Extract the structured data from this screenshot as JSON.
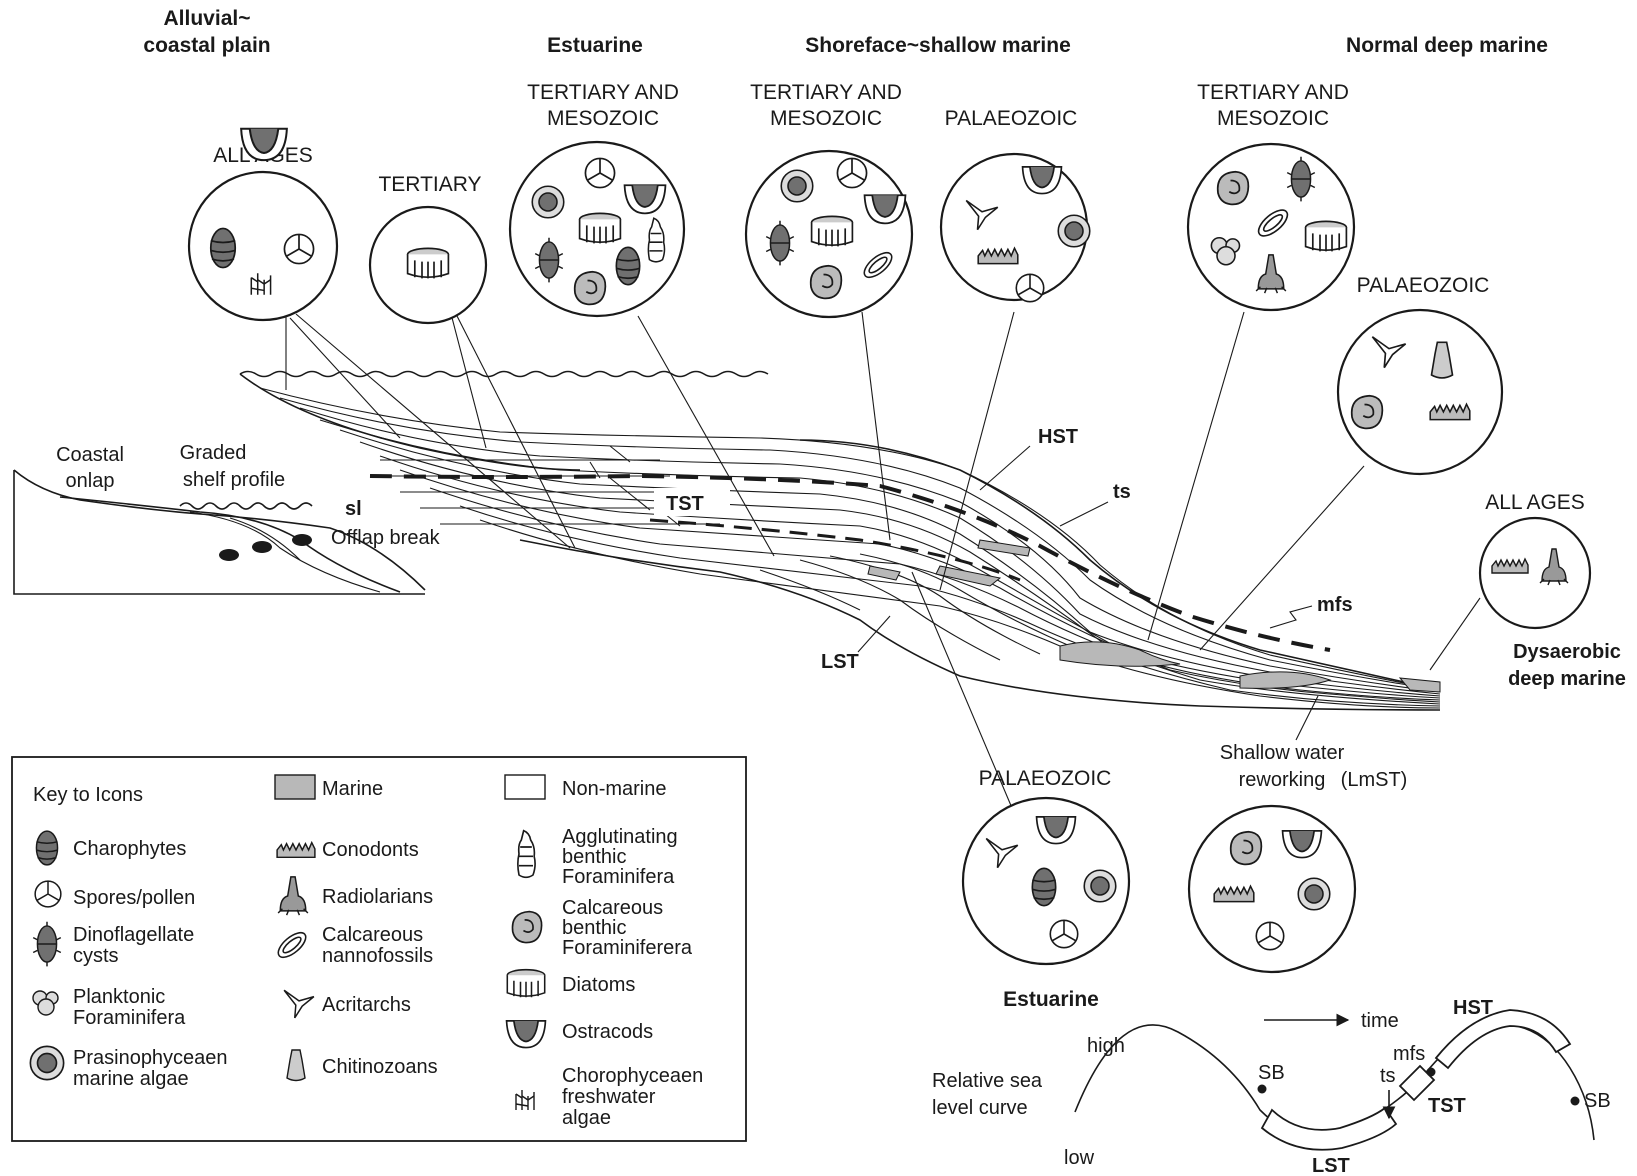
{
  "headers": {
    "alluvial_1": "Alluvial~",
    "alluvial_2": "coastal plain",
    "estuarine": "Estuarine",
    "shoreface": "Shoreface~shallow marine",
    "deep_marine": "Normal deep marine"
  },
  "circles": {
    "all_ages_top": "ALL AGES",
    "tertiary": "TERTIARY",
    "tm1_a": "TERTIARY AND",
    "tm1_b": "MESOZOIC",
    "tm2_a": "TERTIARY AND",
    "tm2_b": "MESOZOIC",
    "palaeozoic_top": "PALAEOZOIC",
    "tm3_a": "TERTIARY AND",
    "tm3_b": "MESOZOIC",
    "palaeozoic_right": "PALAEOZOIC",
    "all_ages_right": "ALL  AGES",
    "palaeozoic_bottom": "PALAEOZOIC"
  },
  "section": {
    "coastal_1": "Coastal",
    "coastal_2": "onlap",
    "graded_1": "Graded",
    "graded_2": "shelf profile",
    "sl": "sl",
    "offlap": "Offlap break",
    "hst": "HST",
    "ts": "ts",
    "tst": "TST",
    "mfs": "mfs",
    "lst": "LST",
    "dys_1": "Dysaerobic",
    "dys_2": "deep marine",
    "shallow_1": "Shallow water",
    "shallow_2": "reworking",
    "lmst": "(LmST)",
    "estuarine_bottom": "Estuarine"
  },
  "curve": {
    "time": "time",
    "high": "high",
    "low": "low",
    "rsl_1": "Relative sea",
    "rsl_2": "level curve",
    "sb_left": "SB",
    "sb_right": "SB",
    "ts": "ts",
    "mfs": "mfs",
    "hst": "HST",
    "tst": "TST",
    "lst": "LST"
  },
  "key": {
    "title": "Key to Icons",
    "marine": "Marine",
    "non_marine": "Non-marine",
    "charophytes": "Charophytes",
    "spores": "Spores/pollen",
    "dino_1": "Dinoflagellate",
    "dino_2": "cysts",
    "plank_1": "Planktonic",
    "plank_2": "Foraminifera",
    "prasino_1": "Prasinophyceaen",
    "prasino_2": "marine algae",
    "conodonts": "Conodonts",
    "radiolarians": "Radiolarians",
    "nanno_1": "Calcareous",
    "nanno_2": "nannofossils",
    "acritarchs": "Acritarchs",
    "chitinozoans": "Chitinozoans",
    "agglut_1": "Agglutinating",
    "agglut_2": "benthic",
    "agglut_3": "Foraminifera",
    "calc_1": "Calcareous",
    "calc_2": "benthic",
    "calc_3": "Foraminiferera",
    "diatoms": "Diatoms",
    "ostracods": "Ostracods",
    "choro_1": "Chorophyceaen",
    "choro_2": "freshwater",
    "choro_3": "algae"
  },
  "colors": {
    "ink": "#1a1a1a",
    "marine_fill": "#b8b8b8",
    "fill_dark": "#707070"
  },
  "icon_names": [
    "charophyte-icon",
    "spore-pollen-icon",
    "dinoflagellate-cyst-icon",
    "planktonic-foraminifera-icon",
    "prasinophyceaen-algae-icon",
    "conodont-icon",
    "radiolarian-icon",
    "calcareous-nannofossil-icon",
    "acritarch-icon",
    "chitinozoan-icon",
    "agglutinating-foraminifera-icon",
    "calcareous-benthic-foraminifera-icon",
    "diatom-icon",
    "ostracod-icon",
    "chorophyceaen-algae-icon"
  ]
}
